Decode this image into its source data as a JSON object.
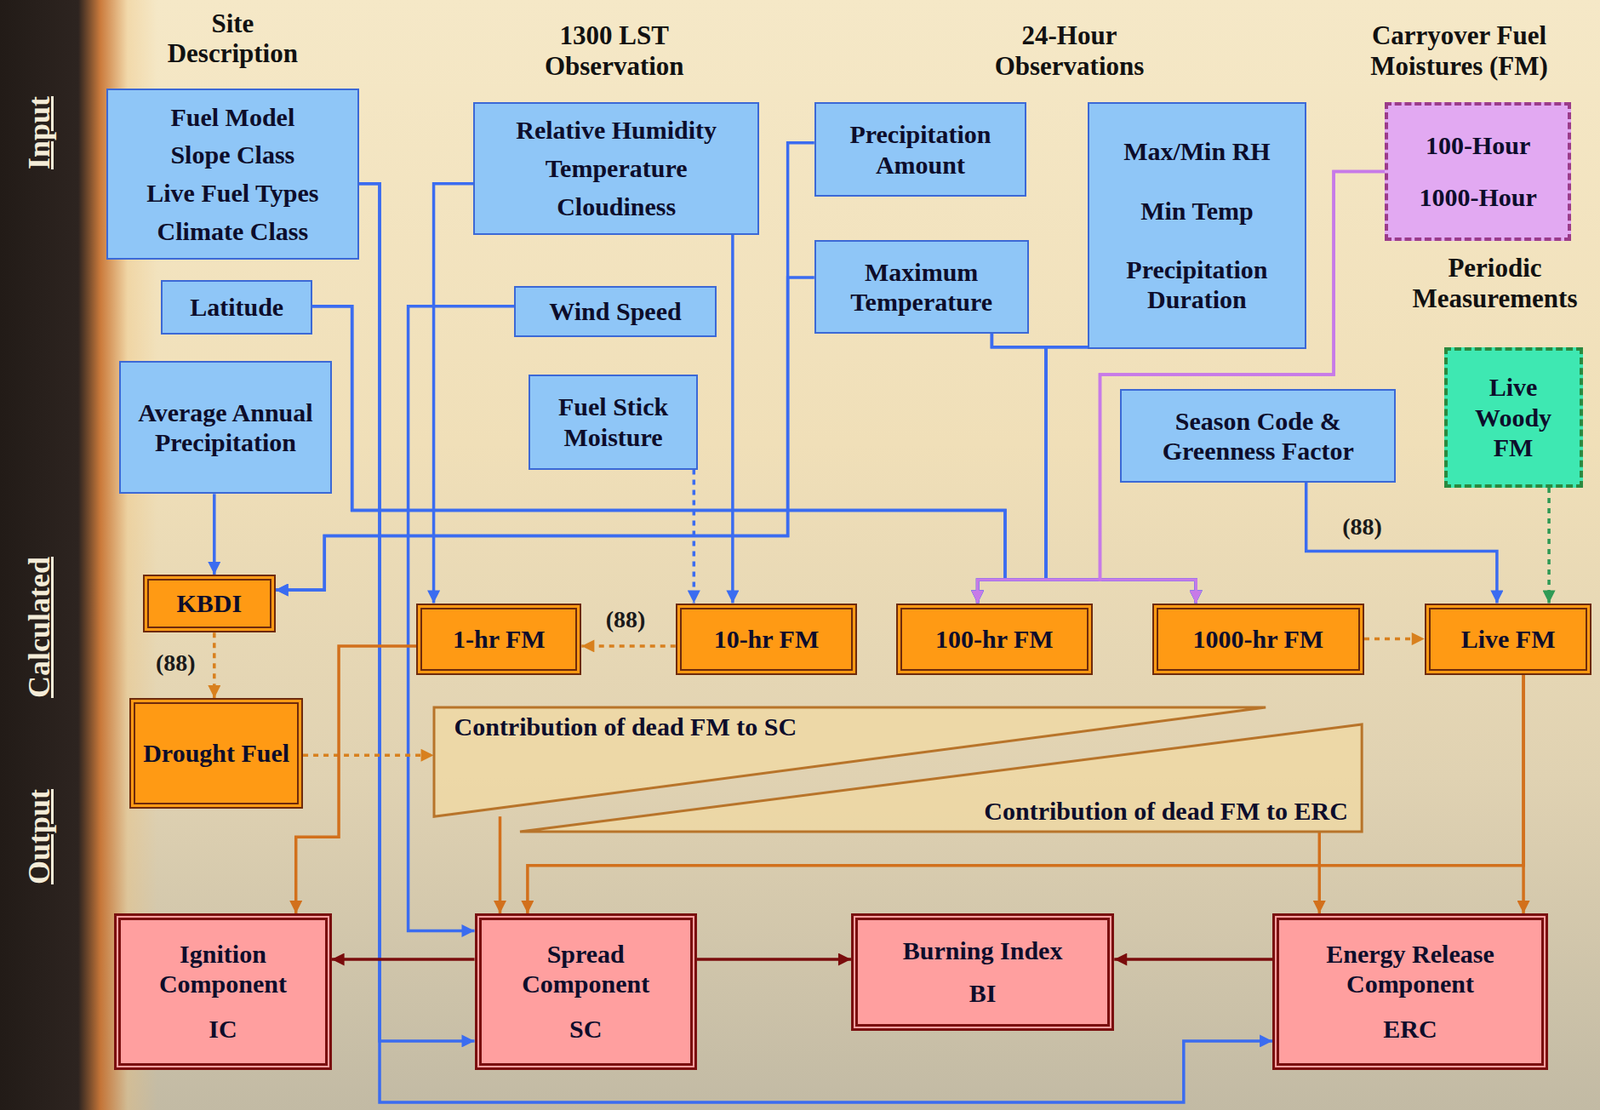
{
  "diagram": {
    "nodes": [
      {
        "text": [
          "Fuel Model",
          "Slope Class",
          "Live Fuel Types",
          "Climate Class"
        ]
      },
      {
        "text": [
          "Latitude"
        ]
      },
      {
        "text": [
          "Average Annual Precipitation"
        ]
      },
      {
        "text": [
          "Relative Humidity",
          "Temperature",
          "Cloudiness"
        ]
      },
      {
        "text": [
          "Wind Speed"
        ]
      },
      {
        "text": [
          "Fuel Stick Moisture"
        ]
      },
      {
        "text": [
          "Precipitation Amount"
        ]
      },
      {
        "text": [
          "Maximum Temperature"
        ]
      },
      {
        "text": [
          "Max/Min RH",
          "Min Temp",
          "Precipitation Duration"
        ]
      },
      {
        "text": [
          "100-Hour",
          "1000-Hour"
        ]
      },
      {
        "text": [
          "Season Code & Greenness Factor"
        ]
      },
      {
        "text": [
          "Live Woody FM"
        ]
      },
      {
        "text": [
          "KBDI"
        ]
      },
      {
        "text": [
          "1-hr FM"
        ]
      },
      {
        "text": [
          "10-hr FM"
        ]
      },
      {
        "text": [
          "100-hr FM"
        ]
      },
      {
        "text": [
          "1000-hr FM"
        ]
      },
      {
        "text": [
          "Live FM"
        ]
      },
      {
        "text": [
          "Drought Fuel"
        ]
      },
      {
        "text": [
          "Contribution of dead FM to SC"
        ]
      },
      {
        "text": [
          "Contribution of dead FM to ERC"
        ]
      },
      {
        "text": [
          "Ignition Component",
          "IC"
        ]
      },
      {
        "text": [
          "Spread Component",
          "SC"
        ]
      },
      {
        "text": [
          "Burning Index",
          "BI"
        ]
      },
      {
        "text": [
          "Energy Release Component",
          "ERC"
        ]
      }
    ],
    "edges": [
      {
        "from": 0,
        "to": 22,
        "arrow": "to"
      },
      {
        "from": 0,
        "to": 24,
        "arrow": "to"
      },
      {
        "from": 1,
        "to": 15,
        "arrow": "to"
      },
      {
        "from": 1,
        "to": 16,
        "arrow": "to"
      },
      {
        "from": 2,
        "to": 12,
        "arrow": "to"
      },
      {
        "from": 3,
        "to": 13,
        "arrow": "to"
      },
      {
        "from": 3,
        "to": 14,
        "arrow": "to"
      },
      {
        "from": 4,
        "to": 22,
        "arrow": "to"
      },
      {
        "from": 5,
        "to": 14,
        "arrow": "to"
      },
      {
        "from": 6,
        "to": 12,
        "arrow": "to"
      },
      {
        "from": 7,
        "to": 12,
        "arrow": "to"
      },
      {
        "from": 7,
        "to": 15,
        "arrow": "to"
      },
      {
        "from": 7,
        "to": 16,
        "arrow": "to"
      },
      {
        "from": 8,
        "to": 15,
        "arrow": "to"
      },
      {
        "from": 8,
        "to": 16,
        "arrow": "to"
      },
      {
        "from": 9,
        "to": 15,
        "arrow": "to"
      },
      {
        "from": 9,
        "to": 16,
        "arrow": "to"
      },
      {
        "from": 10,
        "to": 17,
        "label": "(88)",
        "arrow": "to"
      },
      {
        "from": 11,
        "to": 17,
        "arrow": "to"
      },
      {
        "from": 12,
        "to": 18,
        "label": "(88)",
        "arrow": "to"
      },
      {
        "from": 14,
        "to": 13,
        "label": "(88)",
        "arrow": "to"
      },
      {
        "from": 16,
        "to": 17,
        "arrow": "to"
      },
      {
        "from": 18,
        "to": 19,
        "arrow": "to"
      },
      {
        "from": 13,
        "to": 21,
        "arrow": "to"
      },
      {
        "from": 19,
        "to": 22,
        "arrow": "to"
      },
      {
        "from": 20,
        "to": 24,
        "arrow": "to"
      },
      {
        "from": 17,
        "to": 24,
        "arrow": "to"
      },
      {
        "from": 17,
        "to": 22,
        "arrow": "to"
      },
      {
        "from": 22,
        "to": 21,
        "arrow": "to"
      },
      {
        "from": 22,
        "to": 23,
        "arrow": "to"
      },
      {
        "from": 24,
        "to": 23,
        "arrow": "to"
      }
    ],
    "labels": [
      "Site Description",
      "1300 LST Observation",
      "24-Hour Observations",
      "Carryover Fuel Moistures (FM)",
      "Periodic Measurements",
      "Input",
      "Calculated",
      "Output"
    ]
  }
}
